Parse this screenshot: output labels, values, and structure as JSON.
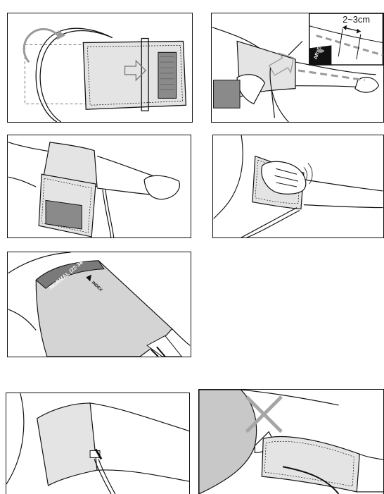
{
  "figures": {
    "measure_label": "2~3cm",
    "artery_label": "ARTERY",
    "cuff_range_label": "NORMAL (22-38 cm)",
    "index_label": "INDEX"
  },
  "colors": {
    "outline": "#111111",
    "cuff_fill": "#e4e4e4",
    "cuff_shade": "#9a9a9a",
    "arrow_fill": "#cfcfcf",
    "cross": "#a6a6a6",
    "skin": "#ffffff",
    "dark_sleeve": "#c8c8c8"
  }
}
